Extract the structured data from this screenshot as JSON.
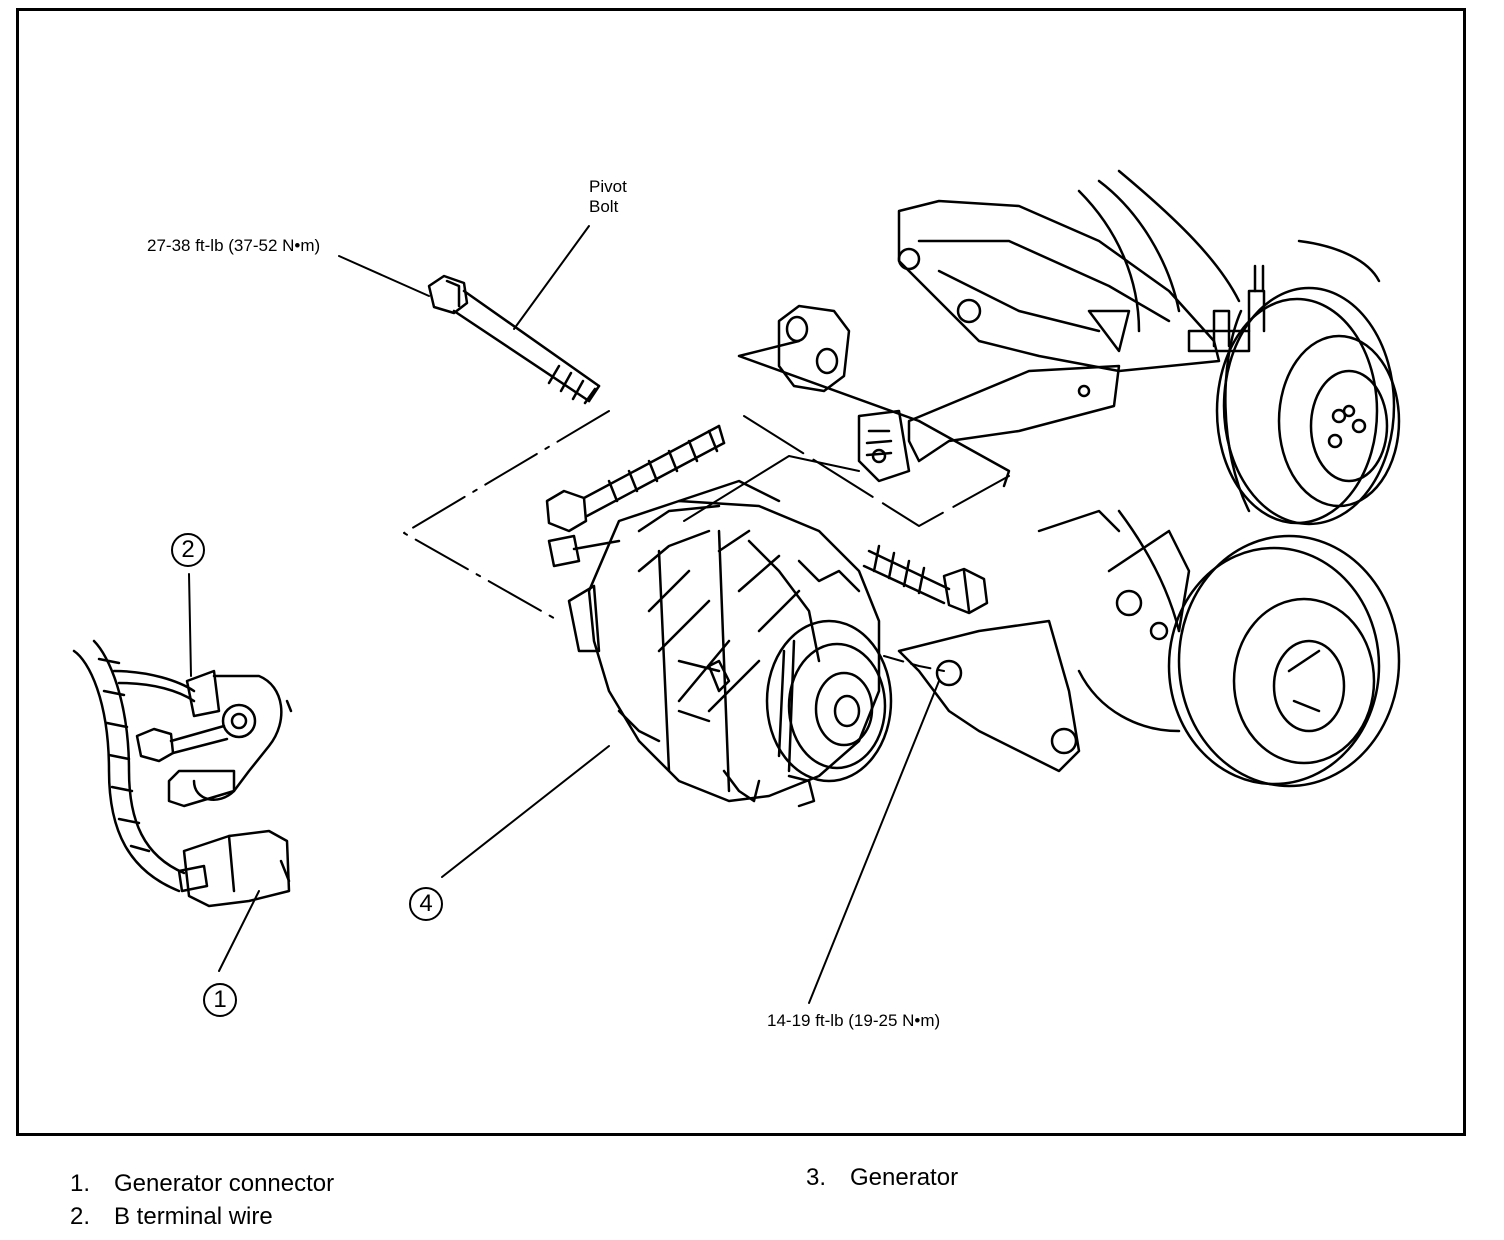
{
  "callouts": {
    "pivot_bolt": [
      "Pivot",
      "Bolt"
    ],
    "torque_top": "27-38 ft-lb (37-52 N•m)",
    "torque_bottom": "14-19 ft-lb (19-25 N•m)"
  },
  "markers": [
    "1",
    "2",
    "4"
  ],
  "legend": [
    {
      "num": "1.",
      "label": "Generator connector"
    },
    {
      "num": "2.",
      "label": "B terminal wire"
    },
    {
      "num": "3.",
      "label": "Generator"
    }
  ],
  "colors": {
    "ink": "#000000",
    "paper": "#ffffff"
  }
}
